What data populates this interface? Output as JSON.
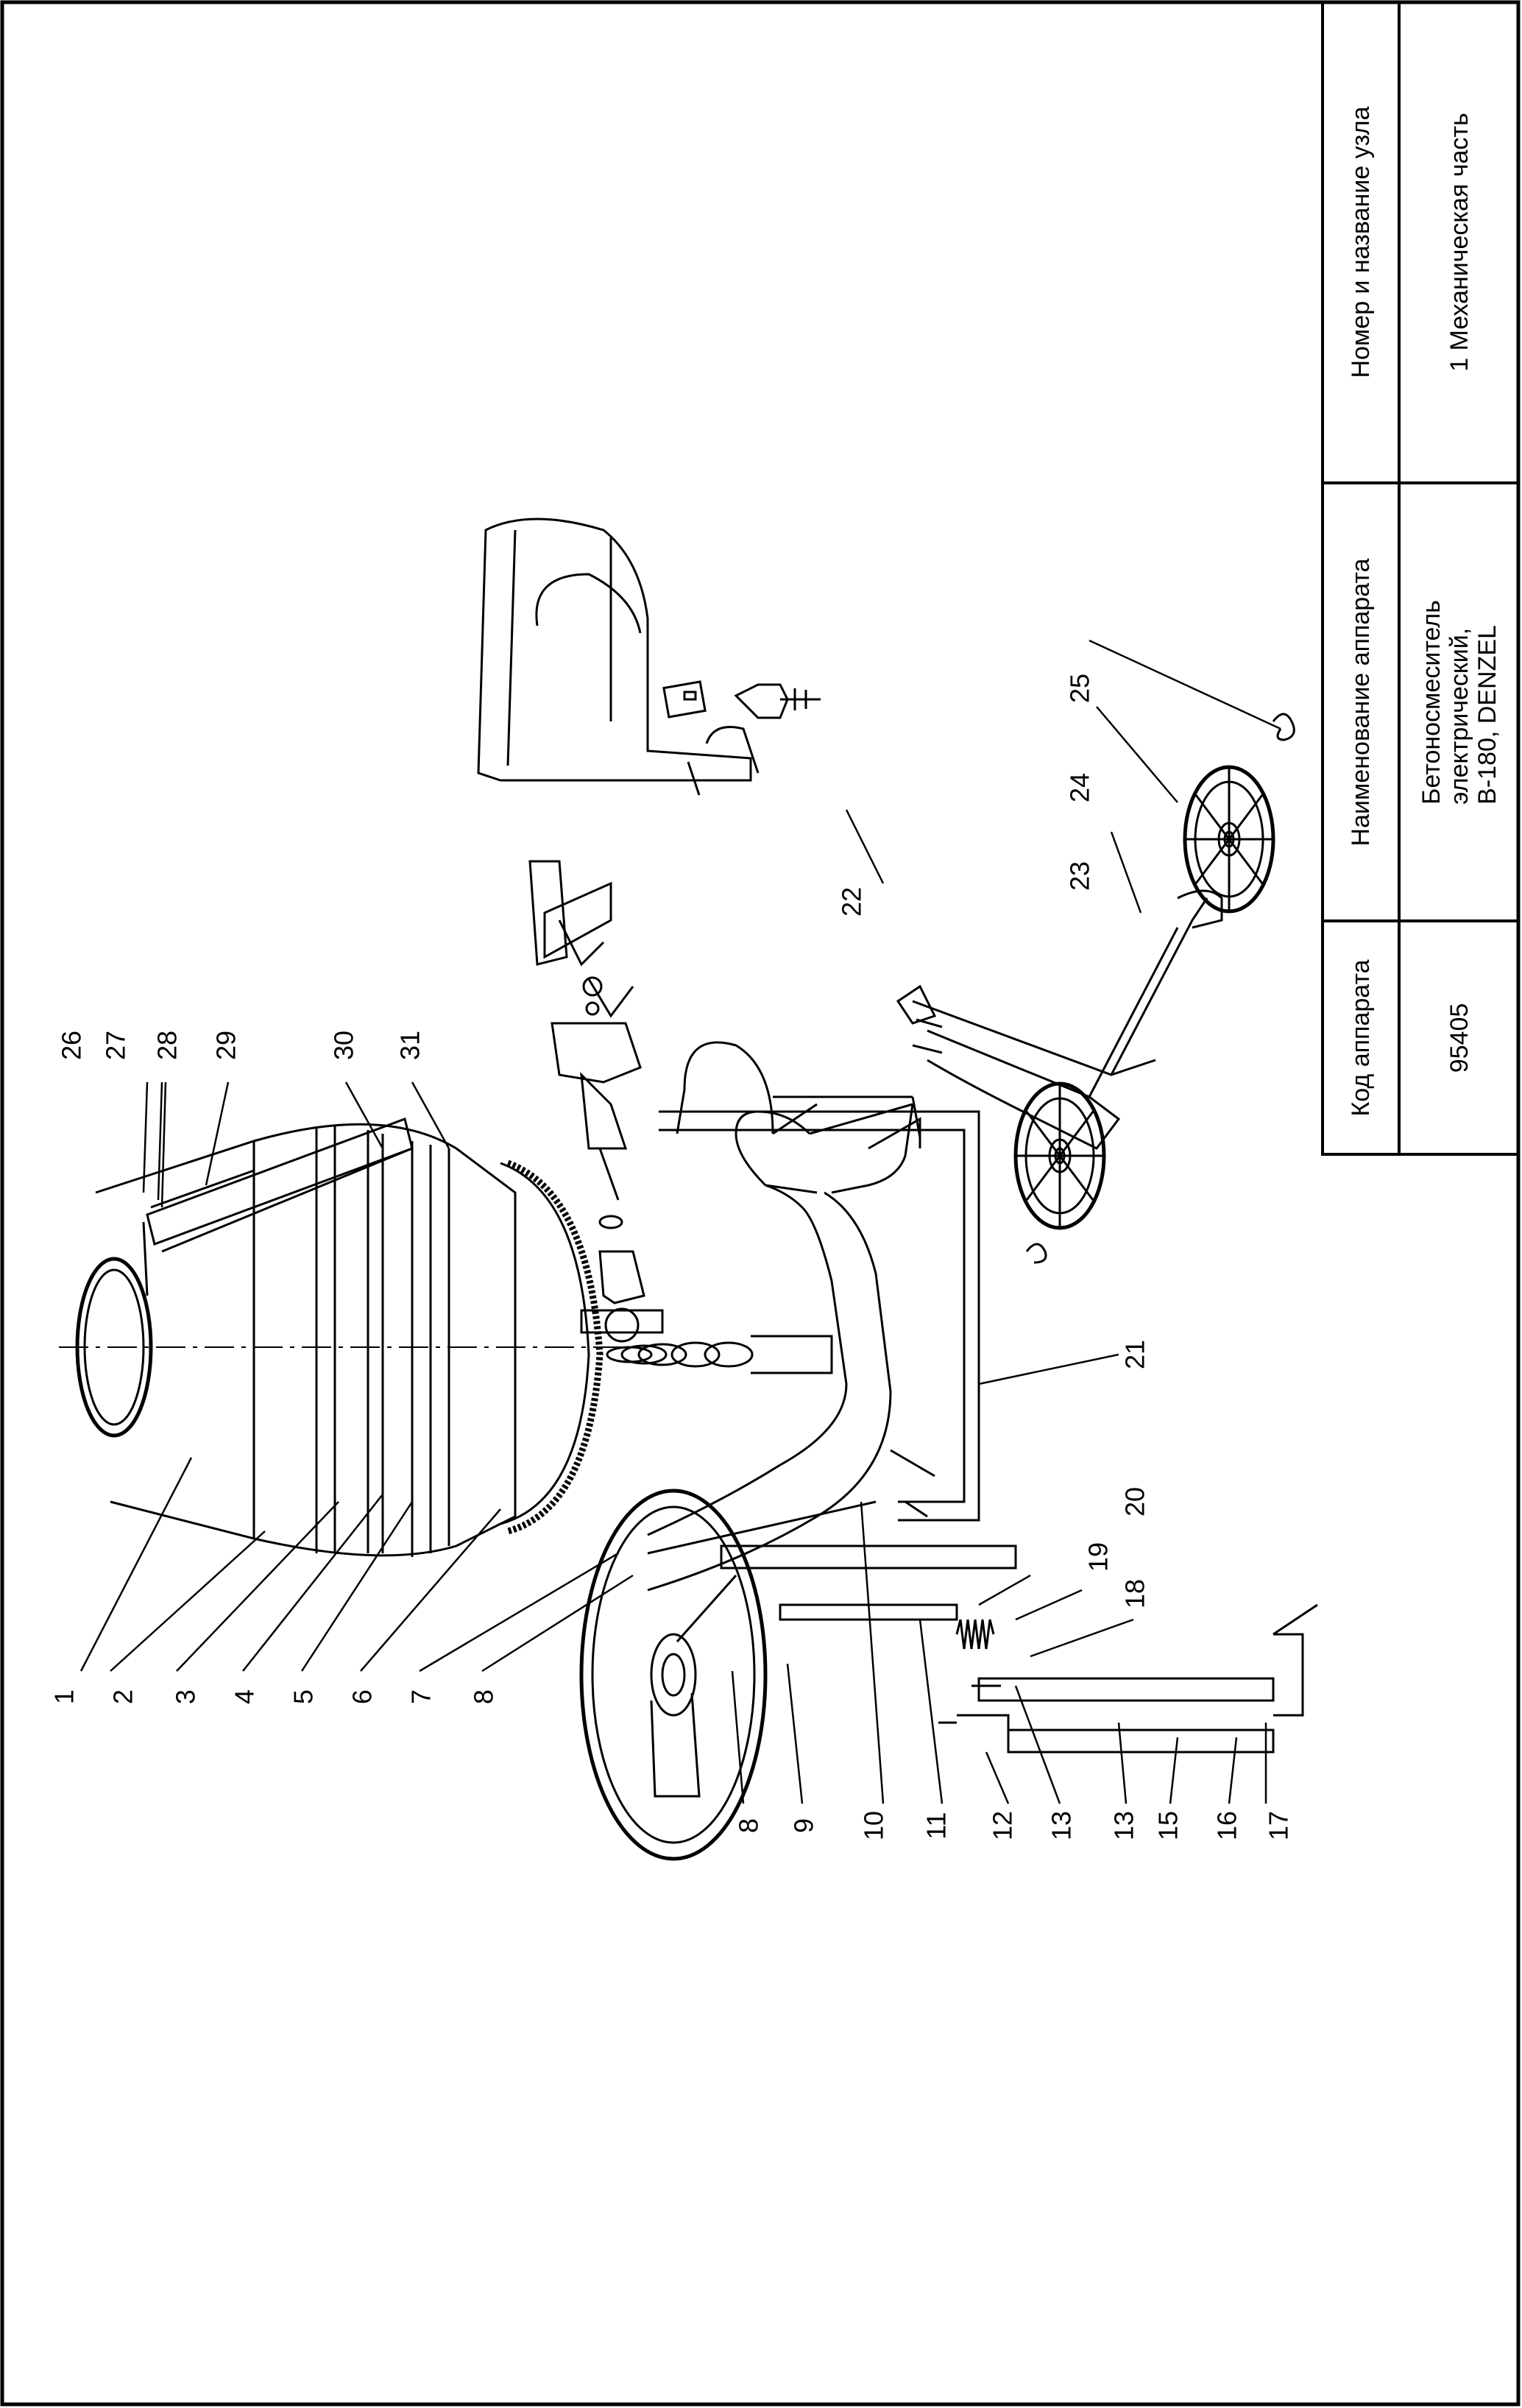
{
  "title_block": {
    "header": {
      "code_label": "Код аппарата",
      "name_label": "Наименование аппарата",
      "unit_label": "Номер и название узла"
    },
    "values": {
      "code": "95405",
      "name_line1": "Бетоносмеситель",
      "name_line2": "электрический,",
      "name_line3": "B-180, DENZEL",
      "unit": "1 Механическая часть"
    }
  },
  "callouts": [
    "1",
    "2",
    "3",
    "4",
    "5",
    "6",
    "7",
    "8",
    "8",
    "9",
    "10",
    "11",
    "12",
    "13",
    "13",
    "15",
    "16",
    "17",
    "18",
    "19",
    "20",
    "21",
    "22",
    "23",
    "24",
    "25",
    "26",
    "27",
    "28",
    "29",
    "30",
    "31"
  ]
}
